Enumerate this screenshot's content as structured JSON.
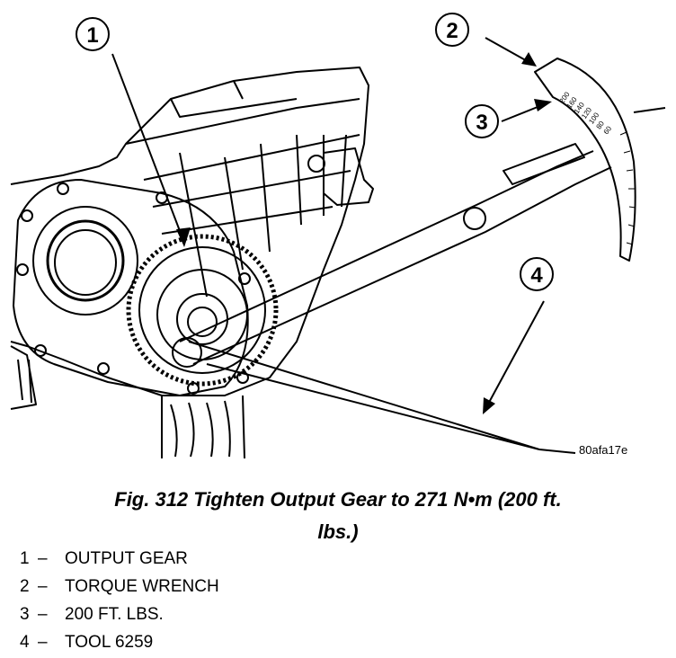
{
  "figure": {
    "code": "80afa17e",
    "callouts": [
      "1",
      "2",
      "3",
      "4"
    ],
    "scale_labels": [
      "200",
      "160",
      "140",
      "120",
      "100",
      "80",
      "60"
    ]
  },
  "caption": {
    "line1": "Fig. 312 Tighten Output Gear to 271 N•m (200 ft.",
    "line2": "lbs.)"
  },
  "legend": [
    {
      "num": "1",
      "dash": "–",
      "label": "OUTPUT GEAR"
    },
    {
      "num": "2",
      "dash": "–",
      "label": "TORQUE WRENCH"
    },
    {
      "num": "3",
      "dash": "–",
      "label": "200 FT. LBS."
    },
    {
      "num": "4",
      "dash": "–",
      "label": "TOOL 6259"
    }
  ]
}
